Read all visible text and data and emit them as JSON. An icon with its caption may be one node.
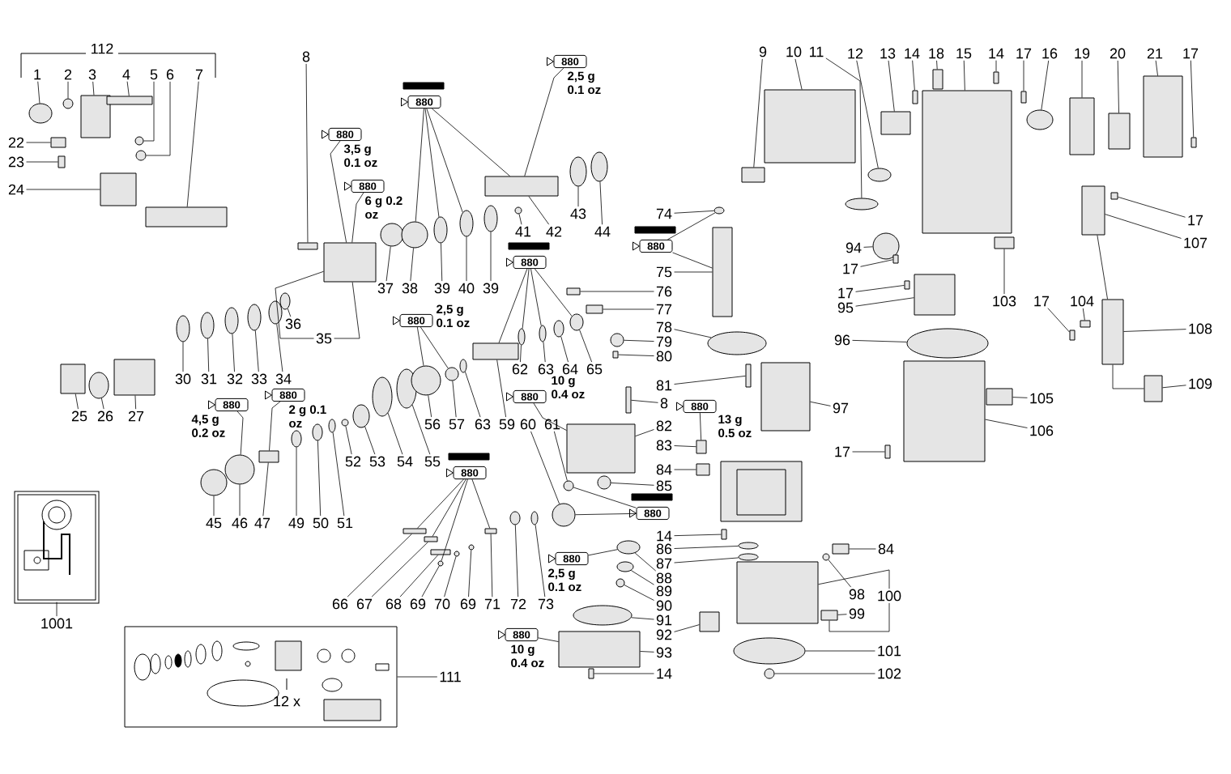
{
  "diagram": {
    "nodes": [
      {
        "text": [
          "1"
        ]
      },
      {
        "text": [
          "2"
        ]
      },
      {
        "text": [
          "3"
        ]
      },
      {
        "text": [
          "4"
        ]
      },
      {
        "text": [
          "5"
        ]
      },
      {
        "text": [
          "6"
        ]
      },
      {
        "text": [
          "7"
        ]
      },
      {
        "text": [
          "22"
        ]
      },
      {
        "text": [
          "23"
        ]
      },
      {
        "text": [
          "24"
        ]
      },
      {
        "text": [
          "8"
        ]
      },
      {
        "text": [
          "880"
        ],
        "beside": [
          "3,5 g 0.1 oz"
        ]
      },
      {
        "text": [
          "880"
        ],
        "beside": [
          "6 g 0.2 oz"
        ]
      },
      {
        "text": [
          "880"
        ]
      },
      {
        "text": [
          "880"
        ],
        "beside": [
          "2,5 g 0.1 oz"
        ]
      },
      {
        "text": [
          "41"
        ]
      },
      {
        "text": [
          "42"
        ]
      },
      {
        "text": [
          "43"
        ]
      },
      {
        "text": [
          "44"
        ]
      },
      {
        "text": [
          "37"
        ]
      },
      {
        "text": [
          "38"
        ]
      },
      {
        "text": [
          "39"
        ]
      },
      {
        "text": [
          "40"
        ]
      },
      {
        "text": [
          "39"
        ]
      },
      {
        "text": [
          "36"
        ]
      },
      {
        "text": [
          "35"
        ]
      },
      {
        "text": [
          "30"
        ]
      },
      {
        "text": [
          "31"
        ]
      },
      {
        "text": [
          "32"
        ]
      },
      {
        "text": [
          "33"
        ]
      },
      {
        "text": [
          "34"
        ]
      },
      {
        "text": [
          "25"
        ]
      },
      {
        "text": [
          "26"
        ]
      },
      {
        "text": [
          "27"
        ]
      },
      {
        "text": [
          "880"
        ],
        "beside": [
          "4,5 g 0.2 oz"
        ]
      },
      {
        "text": [
          "880"
        ],
        "beside": [
          "2 g 0.1 oz"
        ]
      },
      {
        "text": [
          "45"
        ]
      },
      {
        "text": [
          "46"
        ]
      },
      {
        "text": [
          "47"
        ]
      },
      {
        "text": [
          "49"
        ]
      },
      {
        "text": [
          "50"
        ]
      },
      {
        "text": [
          "51"
        ]
      },
      {
        "text": [
          "52"
        ]
      },
      {
        "text": [
          "53"
        ]
      },
      {
        "text": [
          "54"
        ]
      },
      {
        "text": [
          "55"
        ]
      },
      {
        "text": [
          "56"
        ]
      },
      {
        "text": [
          "57"
        ]
      },
      {
        "text": [
          "63"
        ]
      },
      {
        "text": [
          "59"
        ]
      },
      {
        "text": [
          "60"
        ]
      },
      {
        "text": [
          "61"
        ]
      },
      {
        "text": [
          "880"
        ],
        "beside": [
          "2,5 g 0.1 oz"
        ]
      },
      {
        "text": [
          "880"
        ]
      },
      {
        "text": [
          "62"
        ]
      },
      {
        "text": [
          "63"
        ]
      },
      {
        "text": [
          "64"
        ]
      },
      {
        "text": [
          "65"
        ]
      },
      {
        "text": [
          "74"
        ]
      },
      {
        "text": [
          "880"
        ]
      },
      {
        "text": [
          "75"
        ]
      },
      {
        "text": [
          "76"
        ]
      },
      {
        "text": [
          "77"
        ]
      },
      {
        "text": [
          "78"
        ]
      },
      {
        "text": [
          "79"
        ]
      },
      {
        "text": [
          "80"
        ]
      },
      {
        "text": [
          "81"
        ]
      },
      {
        "text": [
          "8"
        ]
      },
      {
        "text": [
          "880"
        ],
        "beside": [
          "10 g 0.4 oz"
        ]
      },
      {
        "text": [
          "82"
        ]
      },
      {
        "text": [
          "880"
        ],
        "beside": [
          "13 g 0.5 oz"
        ]
      },
      {
        "text": [
          "83"
        ]
      },
      {
        "text": [
          "84"
        ]
      },
      {
        "text": [
          "85"
        ]
      },
      {
        "text": [
          "880"
        ]
      },
      {
        "text": [
          "880"
        ]
      },
      {
        "text": [
          "880"
        ],
        "beside": [
          "2,5 g 0.1 oz"
        ]
      },
      {
        "text": [
          "66"
        ]
      },
      {
        "text": [
          "67"
        ]
      },
      {
        "text": [
          "68"
        ]
      },
      {
        "text": [
          "69"
        ]
      },
      {
        "text": [
          "70"
        ]
      },
      {
        "text": [
          "69"
        ]
      },
      {
        "text": [
          "71"
        ]
      },
      {
        "text": [
          "72"
        ]
      },
      {
        "text": [
          "73"
        ]
      },
      {
        "text": [
          "14"
        ]
      },
      {
        "text": [
          "86"
        ]
      },
      {
        "text": [
          "87"
        ]
      },
      {
        "text": [
          "88"
        ]
      },
      {
        "text": [
          "89"
        ]
      },
      {
        "text": [
          "90"
        ]
      },
      {
        "text": [
          "91"
        ]
      },
      {
        "text": [
          "92"
        ]
      },
      {
        "text": [
          "93"
        ]
      },
      {
        "text": [
          "880"
        ],
        "beside": [
          "10 g 0.4 oz"
        ]
      },
      {
        "text": [
          "14"
        ]
      },
      {
        "text": [
          "1001"
        ]
      },
      {
        "text": [],
        "shape": "picture"
      },
      {
        "text": [
          "111"
        ]
      },
      {
        "text": [],
        "shape": "box"
      },
      {
        "text": [
          "9"
        ]
      },
      {
        "text": [
          "10"
        ]
      },
      {
        "text": [
          "11"
        ]
      },
      {
        "text": [
          "12"
        ]
      },
      {
        "text": [
          "13"
        ]
      },
      {
        "text": [
          "14"
        ]
      },
      {
        "text": [
          "18"
        ]
      },
      {
        "text": [
          "15"
        ]
      },
      {
        "text": [
          "14"
        ]
      },
      {
        "text": [
          "17"
        ]
      },
      {
        "text": [
          "16"
        ]
      },
      {
        "text": [
          "19"
        ]
      },
      {
        "text": [
          "20"
        ]
      },
      {
        "text": [
          "21"
        ]
      },
      {
        "text": [
          "17"
        ]
      },
      {
        "text": [
          "94"
        ]
      },
      {
        "text": [
          "17"
        ]
      },
      {
        "text": [
          "17"
        ]
      },
      {
        "text": [
          "95"
        ]
      },
      {
        "text": [
          "96"
        ]
      },
      {
        "text": [
          "97"
        ]
      },
      {
        "text": [
          "103"
        ]
      },
      {
        "text": [
          "17"
        ]
      },
      {
        "text": [
          "104"
        ]
      },
      {
        "text": [
          "17"
        ]
      },
      {
        "text": [
          "107"
        ]
      },
      {
        "text": [
          "108"
        ]
      },
      {
        "text": [
          "109"
        ]
      },
      {
        "text": [
          "105"
        ]
      },
      {
        "text": [
          "106"
        ]
      },
      {
        "text": [
          "17"
        ]
      },
      {
        "text": [
          "84"
        ]
      },
      {
        "text": [
          "98"
        ]
      },
      {
        "text": [
          "100"
        ]
      },
      {
        "text": [
          "99"
        ]
      },
      {
        "text": [
          "101"
        ]
      },
      {
        "text": [
          "102"
        ]
      },
      {
        "text": [],
        "shape": "circle"
      },
      {
        "text": [],
        "shape": "circle"
      },
      {
        "text": [],
        "shape": "box"
      },
      {
        "text": [],
        "shape": "box"
      },
      {
        "text": [],
        "shape": "circle"
      },
      {
        "text": [],
        "shape": "circle"
      },
      {
        "text": [],
        "shape": "box"
      },
      {
        "text": [],
        "shape": "box"
      },
      {
        "text": [],
        "shape": "box"
      },
      {
        "text": [],
        "shape": "box"
      },
      {
        "text": [],
        "shape": "box"
      },
      {
        "text": [],
        "shape": "box"
      },
      {
        "text": [],
        "shape": "circle"
      },
      {
        "text": [],
        "shape": "circle"
      },
      {
        "text": [],
        "shape": "circle"
      },
      {
        "text": [],
        "shape": "circle"
      },
      {
        "text": [],
        "shape": "circle"
      },
      {
        "text": [],
        "shape": "box"
      },
      {
        "text": [],
        "shape": "circle"
      },
      {
        "text": [],
        "shape": "circle"
      },
      {
        "text": [],
        "shape": "circle"
      },
      {
        "text": [],
        "shape": "circle"
      },
      {
        "text": [],
        "shape": "circle"
      },
      {
        "text": [],
        "shape": "circle"
      },
      {
        "text": [],
        "shape": "circle"
      },
      {
        "text": [],
        "shape": "circle"
      },
      {
        "text": [],
        "shape": "circle"
      },
      {
        "text": [],
        "shape": "box"
      },
      {
        "text": [],
        "shape": "circle"
      },
      {
        "text": [],
        "shape": "box"
      },
      {
        "text": [],
        "shape": "circle"
      },
      {
        "text": [],
        "shape": "circle"
      },
      {
        "text": [],
        "shape": "box"
      },
      {
        "text": [],
        "shape": "circle"
      },
      {
        "text": [],
        "shape": "circle"
      },
      {
        "text": [],
        "shape": "circle"
      },
      {
        "text": [],
        "shape": "circle"
      },
      {
        "text": [],
        "shape": "circle"
      },
      {
        "text": [],
        "shape": "circle"
      },
      {
        "text": [],
        "shape": "circle"
      },
      {
        "text": [],
        "shape": "circle"
      },
      {
        "text": [],
        "shape": "circle"
      },
      {
        "text": [],
        "shape": "box"
      },
      {
        "text": [],
        "shape": "circle"
      },
      {
        "text": [],
        "shape": "circle"
      },
      {
        "text": [],
        "shape": "circle"
      },
      {
        "text": [],
        "shape": "circle"
      },
      {
        "text": [],
        "shape": "circle"
      },
      {
        "text": [],
        "shape": "circle"
      },
      {
        "text": [],
        "shape": "circle"
      },
      {
        "text": [],
        "shape": "circle"
      },
      {
        "text": [],
        "shape": "box"
      },
      {
        "text": [],
        "shape": "box"
      },
      {
        "text": [],
        "shape": "box"
      },
      {
        "text": [],
        "shape": "circle"
      },
      {
        "text": [],
        "shape": "circle"
      },
      {
        "text": [],
        "shape": "box"
      },
      {
        "text": [],
        "shape": "box"
      },
      {
        "text": [],
        "shape": "box"
      },
      {
        "text": [],
        "shape": "box"
      },
      {
        "text": [],
        "shape": "box"
      },
      {
        "text": [],
        "shape": "box"
      },
      {
        "text": [],
        "shape": "box"
      },
      {
        "text": [],
        "shape": "circle"
      },
      {
        "text": [],
        "shape": "box"
      },
      {
        "text": [],
        "shape": "box"
      },
      {
        "text": [],
        "shape": "box"
      },
      {
        "text": [],
        "shape": "circle"
      },
      {
        "text": [],
        "shape": "circle"
      },
      {
        "text": [],
        "shape": "circle"
      },
      {
        "text": [],
        "shape": "box"
      },
      {
        "text": [],
        "shape": "circle"
      },
      {
        "text": [],
        "shape": "circle"
      },
      {
        "text": [],
        "shape": "box"
      },
      {
        "text": [],
        "shape": "circle"
      },
      {
        "text": [],
        "shape": "circle"
      },
      {
        "text": [],
        "shape": "circle"
      },
      {
        "text": [],
        "shape": "circle"
      },
      {
        "text": [],
        "shape": "circle"
      },
      {
        "text": [],
        "shape": "circle"
      },
      {
        "text": [],
        "shape": "box"
      },
      {
        "text": [],
        "shape": "box"
      },
      {
        "text": [],
        "shape": "box"
      },
      {
        "text": [],
        "shape": "box"
      },
      {
        "text": [],
        "shape": "circle"
      },
      {
        "text": [],
        "shape": "circle"
      },
      {
        "text": [],
        "shape": "circle"
      },
      {
        "text": [],
        "shape": "box"
      },
      {
        "text": [],
        "shape": "box"
      },
      {
        "text": [],
        "shape": "box"
      },
      {
        "text": [],
        "shape": "box"
      },
      {
        "text": [],
        "shape": "circle"
      },
      {
        "text": [],
        "shape": "circle"
      },
      {
        "text": [],
        "shape": "box"
      },
      {
        "text": [],
        "shape": "box"
      },
      {
        "text": [],
        "shape": "box"
      },
      {
        "text": [],
        "shape": "box"
      },
      {
        "text": [],
        "shape": "box"
      },
      {
        "text": [],
        "shape": "box"
      },
      {
        "text": [],
        "shape": "circle"
      },
      {
        "text": [],
        "shape": "box"
      },
      {
        "text": [],
        "shape": "box"
      },
      {
        "text": [],
        "shape": "box"
      },
      {
        "text": [],
        "shape": "box"
      },
      {
        "text": [],
        "shape": "circle"
      },
      {
        "text": [],
        "shape": "box"
      },
      {
        "text": [],
        "shape": "box"
      },
      {
        "text": [],
        "shape": "box"
      },
      {
        "text": [],
        "shape": "circle"
      },
      {
        "text": [],
        "shape": "box"
      },
      {
        "text": [],
        "shape": "box"
      },
      {
        "text": [],
        "shape": "box"
      },
      {
        "text": [],
        "shape": "box"
      },
      {
        "text": [],
        "shape": "box"
      },
      {
        "text": [],
        "shape": "box"
      },
      {
        "text": [],
        "shape": "box"
      },
      {
        "text": [],
        "shape": "box"
      },
      {
        "text": [],
        "shape": "box"
      },
      {
        "text": [],
        "shape": "box"
      }
    ],
    "edges": [
      {
        "from": 0,
        "to": 138,
        "arrow": "none"
      },
      {
        "from": 1,
        "to": 139,
        "arrow": "none"
      },
      {
        "from": 2,
        "to": 140,
        "arrow": "none"
      },
      {
        "from": 3,
        "to": 141,
        "arrow": "none"
      },
      {
        "from": 4,
        "to": 142,
        "arrow": "none"
      },
      {
        "from": 5,
        "to": 143,
        "arrow": "none"
      },
      {
        "from": 6,
        "to": 144,
        "arrow": "none"
      },
      {
        "from": 7,
        "to": 145,
        "arrow": "none"
      },
      {
        "from": 8,
        "to": 146,
        "arrow": "none"
      },
      {
        "from": 9,
        "to": 147,
        "arrow": "none"
      },
      {
        "from": 10,
        "to": 148,
        "arrow": "none"
      },
      {
        "from": 11,
        "to": 149,
        "arrow": "none"
      },
      {
        "from": 12,
        "to": 149,
        "arrow": "none"
      },
      {
        "from": 13,
        "to": 151,
        "arrow": "none"
      },
      {
        "from": 13,
        "to": 152,
        "arrow": "none"
      },
      {
        "from": 13,
        "to": 153,
        "arrow": "none"
      },
      {
        "from": 13,
        "to": 155,
        "arrow": "none"
      },
      {
        "from": 14,
        "to": 155,
        "arrow": "none"
      },
      {
        "from": 15,
        "to": 156,
        "arrow": "none"
      },
      {
        "from": 16,
        "to": 155,
        "arrow": "none"
      },
      {
        "from": 17,
        "to": 157,
        "arrow": "none"
      },
      {
        "from": 18,
        "to": 158,
        "arrow": "none"
      },
      {
        "from": 19,
        "to": 150,
        "arrow": "none"
      },
      {
        "from": 20,
        "to": 151,
        "arrow": "none"
      },
      {
        "from": 21,
        "to": 152,
        "arrow": "none"
      },
      {
        "from": 22,
        "to": 153,
        "arrow": "none"
      },
      {
        "from": 23,
        "to": 154,
        "arrow": "none"
      },
      {
        "from": 24,
        "to": 159,
        "arrow": "none"
      },
      {
        "from": 25,
        "to": 149,
        "arrow": "none"
      },
      {
        "from": 25,
        "to": 149,
        "arrow": "none"
      },
      {
        "from": 26,
        "to": 160,
        "arrow": "none"
      },
      {
        "from": 27,
        "to": 161,
        "arrow": "none"
      },
      {
        "from": 28,
        "to": 162,
        "arrow": "none"
      },
      {
        "from": 29,
        "to": 163,
        "arrow": "none"
      },
      {
        "from": 30,
        "to": 164,
        "arrow": "none"
      },
      {
        "from": 31,
        "to": 165,
        "arrow": "none"
      },
      {
        "from": 32,
        "to": 166,
        "arrow": "none"
      },
      {
        "from": 33,
        "to": 167,
        "arrow": "none"
      },
      {
        "from": 34,
        "to": 169,
        "arrow": "none"
      },
      {
        "from": 35,
        "to": 170,
        "arrow": "none"
      },
      {
        "from": 36,
        "to": 168,
        "arrow": "none"
      },
      {
        "from": 37,
        "to": 169,
        "arrow": "none"
      },
      {
        "from": 38,
        "to": 170,
        "arrow": "none"
      },
      {
        "from": 39,
        "to": 171,
        "arrow": "none"
      },
      {
        "from": 40,
        "to": 172,
        "arrow": "none"
      },
      {
        "from": 41,
        "to": 173,
        "arrow": "none"
      },
      {
        "from": 42,
        "to": 174,
        "arrow": "none"
      },
      {
        "from": 43,
        "to": 175,
        "arrow": "none"
      },
      {
        "from": 44,
        "to": 176,
        "arrow": "none"
      },
      {
        "from": 45,
        "to": 177,
        "arrow": "none"
      },
      {
        "from": 46,
        "to": 178,
        "arrow": "none"
      },
      {
        "from": 47,
        "to": 179,
        "arrow": "none"
      },
      {
        "from": 48,
        "to": 181,
        "arrow": "none"
      },
      {
        "from": 49,
        "to": 180,
        "arrow": "none"
      },
      {
        "from": 50,
        "to": 182,
        "arrow": "none"
      },
      {
        "from": 51,
        "to": 183,
        "arrow": "none"
      },
      {
        "from": 52,
        "to": 178,
        "arrow": "none"
      },
      {
        "from": 52,
        "to": 179,
        "arrow": "none"
      },
      {
        "from": 53,
        "to": 180,
        "arrow": "none"
      },
      {
        "from": 53,
        "to": 184,
        "arrow": "none"
      },
      {
        "from": 53,
        "to": 185,
        "arrow": "none"
      },
      {
        "from": 53,
        "to": 187,
        "arrow": "none"
      },
      {
        "from": 54,
        "to": 184,
        "arrow": "none"
      },
      {
        "from": 55,
        "to": 185,
        "arrow": "none"
      },
      {
        "from": 56,
        "to": 186,
        "arrow": "none"
      },
      {
        "from": 57,
        "to": 187,
        "arrow": "none"
      },
      {
        "from": 58,
        "to": 188,
        "arrow": "none"
      },
      {
        "from": 59,
        "to": 189,
        "arrow": "none"
      },
      {
        "from": 59,
        "to": 188,
        "arrow": "none"
      },
      {
        "from": 60,
        "to": 189,
        "arrow": "none"
      },
      {
        "from": 61,
        "to": 190,
        "arrow": "none"
      },
      {
        "from": 62,
        "to": 191,
        "arrow": "none"
      },
      {
        "from": 63,
        "to": 192,
        "arrow": "none"
      },
      {
        "from": 64,
        "to": 193,
        "arrow": "none"
      },
      {
        "from": 65,
        "to": 194,
        "arrow": "none"
      },
      {
        "from": 66,
        "to": 195,
        "arrow": "none"
      },
      {
        "from": 67,
        "to": 197,
        "arrow": "none"
      },
      {
        "from": 68,
        "to": 198,
        "arrow": "none"
      },
      {
        "from": 69,
        "to": 198,
        "arrow": "none"
      },
      {
        "from": 70,
        "to": 199,
        "arrow": "none"
      },
      {
        "from": 71,
        "to": 199,
        "arrow": "none"
      },
      {
        "from": 72,
        "to": 200,
        "arrow": "none"
      },
      {
        "from": 73,
        "to": 201,
        "arrow": "none"
      },
      {
        "from": 74,
        "to": 202,
        "arrow": "none"
      },
      {
        "from": 74,
        "to": 203,
        "arrow": "none"
      },
      {
        "from": 74,
        "to": 205,
        "arrow": "none"
      },
      {
        "from": 74,
        "to": 208,
        "arrow": "none"
      },
      {
        "from": 75,
        "to": 182,
        "arrow": "none"
      },
      {
        "from": 75,
        "to": 183,
        "arrow": "none"
      },
      {
        "from": 76,
        "to": 214,
        "arrow": "none"
      },
      {
        "from": 77,
        "to": 202,
        "arrow": "none"
      },
      {
        "from": 78,
        "to": 203,
        "arrow": "none"
      },
      {
        "from": 79,
        "to": 204,
        "arrow": "none"
      },
      {
        "from": 80,
        "to": 205,
        "arrow": "none"
      },
      {
        "from": 81,
        "to": 206,
        "arrow": "none"
      },
      {
        "from": 82,
        "to": 207,
        "arrow": "none"
      },
      {
        "from": 83,
        "to": 208,
        "arrow": "none"
      },
      {
        "from": 84,
        "to": 209,
        "arrow": "none"
      },
      {
        "from": 85,
        "to": 210,
        "arrow": "none"
      },
      {
        "from": 86,
        "to": 211,
        "arrow": "none"
      },
      {
        "from": 87,
        "to": 212,
        "arrow": "none"
      },
      {
        "from": 88,
        "to": 213,
        "arrow": "none"
      },
      {
        "from": 89,
        "to": 214,
        "arrow": "none"
      },
      {
        "from": 90,
        "to": 215,
        "arrow": "none"
      },
      {
        "from": 91,
        "to": 216,
        "arrow": "none"
      },
      {
        "from": 92,
        "to": 217,
        "arrow": "none"
      },
      {
        "from": 93,
        "to": 218,
        "arrow": "none"
      },
      {
        "from": 94,
        "to": 219,
        "arrow": "none"
      },
      {
        "from": 95,
        "to": 219,
        "arrow": "none"
      },
      {
        "from": 96,
        "to": 220,
        "arrow": "none"
      },
      {
        "from": 97,
        "to": 98,
        "arrow": "none"
      },
      {
        "from": 99,
        "to": 100,
        "arrow": "none"
      },
      {
        "from": 101,
        "to": 227,
        "arrow": "none"
      },
      {
        "from": 102,
        "to": 228,
        "arrow": "none"
      },
      {
        "from": 103,
        "to": 229,
        "arrow": "none"
      },
      {
        "from": 104,
        "to": 230,
        "arrow": "none"
      },
      {
        "from": 105,
        "to": 231,
        "arrow": "none"
      },
      {
        "from": 106,
        "to": 232,
        "arrow": "none"
      },
      {
        "from": 107,
        "to": 233,
        "arrow": "none"
      },
      {
        "from": 108,
        "to": 234,
        "arrow": "none"
      },
      {
        "from": 109,
        "to": 235,
        "arrow": "none"
      },
      {
        "from": 110,
        "to": 236,
        "arrow": "none"
      },
      {
        "from": 111,
        "to": 237,
        "arrow": "none"
      },
      {
        "from": 112,
        "to": 238,
        "arrow": "none"
      },
      {
        "from": 113,
        "to": 239,
        "arrow": "none"
      },
      {
        "from": 114,
        "to": 240,
        "arrow": "none"
      },
      {
        "from": 115,
        "to": 241,
        "arrow": "none"
      },
      {
        "from": 116,
        "to": 242,
        "arrow": "none"
      },
      {
        "from": 117,
        "to": 243,
        "arrow": "none"
      },
      {
        "from": 118,
        "to": 244,
        "arrow": "none"
      },
      {
        "from": 119,
        "to": 245,
        "arrow": "none"
      },
      {
        "from": 120,
        "to": 246,
        "arrow": "none"
      },
      {
        "from": 121,
        "to": 196,
        "arrow": "none"
      },
      {
        "from": 122,
        "to": 247,
        "arrow": "none"
      },
      {
        "from": 123,
        "to": 248,
        "arrow": "none"
      },
      {
        "from": 124,
        "to": 249,
        "arrow": "none"
      },
      {
        "from": 125,
        "to": 250,
        "arrow": "none"
      },
      {
        "from": 126,
        "to": 251,
        "arrow": "none"
      },
      {
        "from": 127,
        "to": 252,
        "arrow": "none"
      },
      {
        "from": 128,
        "to": 253,
        "arrow": "none"
      },
      {
        "from": 129,
        "to": 254,
        "arrow": "none"
      },
      {
        "from": 130,
        "to": 255,
        "arrow": "none"
      },
      {
        "from": 131,
        "to": 256,
        "arrow": "none"
      },
      {
        "from": 132,
        "to": 226,
        "arrow": "none"
      },
      {
        "from": 133,
        "to": 224,
        "arrow": "none"
      },
      {
        "from": 134,
        "to": 221,
        "arrow": "none"
      },
      {
        "from": 134,
        "to": 225,
        "arrow": "none"
      },
      {
        "from": 135,
        "to": 225,
        "arrow": "none"
      },
      {
        "from": 136,
        "to": 222,
        "arrow": "none"
      },
      {
        "from": 137,
        "to": 223,
        "arrow": "none"
      },
      {
        "from": 251,
        "to": 252,
        "arrow": "none"
      },
      {
        "from": 252,
        "to": 253,
        "arrow": "none"
      }
    ],
    "labels": [
      "112",
      "12 x"
    ]
  }
}
